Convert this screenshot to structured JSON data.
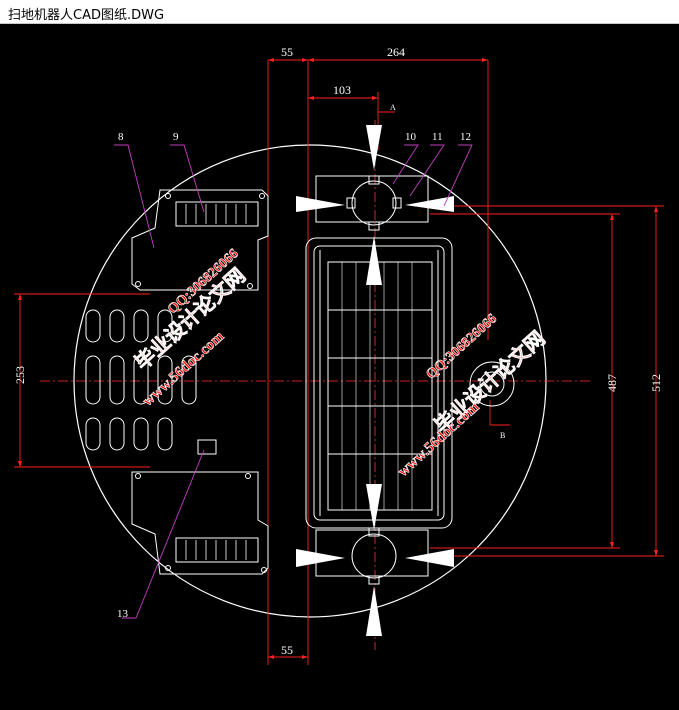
{
  "window": {
    "title": "扫地机器人CAD图纸.DWG"
  },
  "drawing": {
    "dimensions": {
      "top_left_offset": "55",
      "top_width": "264",
      "top_inner": "103",
      "left_height": "253",
      "right_inner_height": "487",
      "right_outer_height": "512",
      "bottom_offset": "55"
    },
    "section_marks": {
      "a": "A",
      "b": "B"
    },
    "part_labels": {
      "p8": "8",
      "p9": "9",
      "p10": "10",
      "p11": "11",
      "p12": "12",
      "p13": "13"
    },
    "watermarks": {
      "site_name": "毕业设计论文网",
      "url": "www.56doc.com",
      "qq": "QQ:306826066"
    }
  },
  "colors": {
    "line_white": "#ffffff",
    "dim_red": "#ff2020",
    "leader_magenta": "#c040c0",
    "watermark_red": "#ff1010"
  }
}
